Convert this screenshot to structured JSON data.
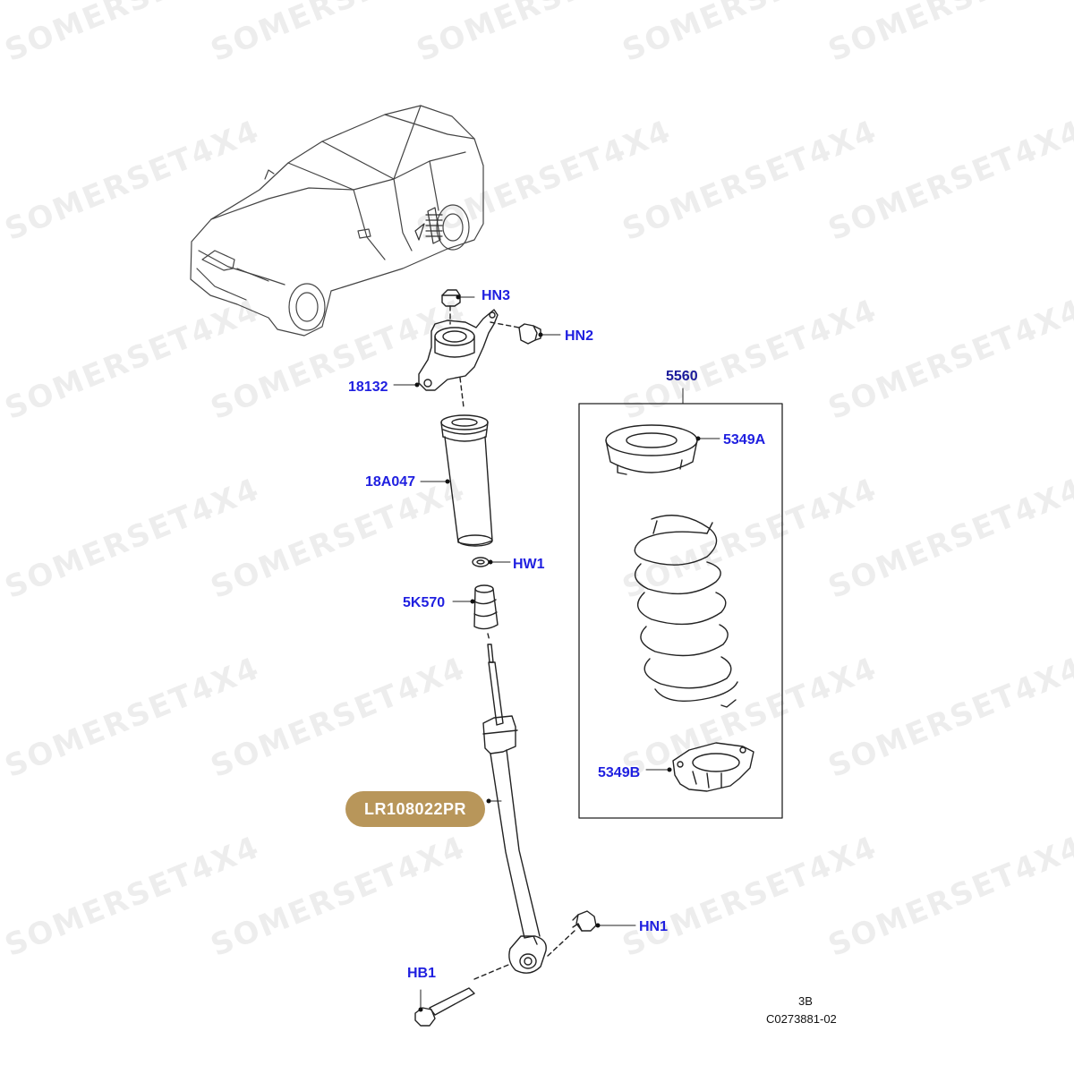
{
  "watermark": "SOMERSET4X4",
  "labels": {
    "hn3": "HN3",
    "hn2": "HN2",
    "p18132": "18132",
    "p18a047": "18A047",
    "hw1": "HW1",
    "p5k570": "5K570",
    "p5560": "5560",
    "p5349a": "5349A",
    "p5349b": "5349B",
    "hn1": "HN1",
    "hb1": "HB1"
  },
  "highlight_part": "LR108022PR",
  "footer": {
    "sheet": "3B",
    "ref_code": "C0273881-02"
  },
  "colors": {
    "label": "#1f1fe0",
    "highlight": "#b8965a",
    "line": "#222222"
  }
}
